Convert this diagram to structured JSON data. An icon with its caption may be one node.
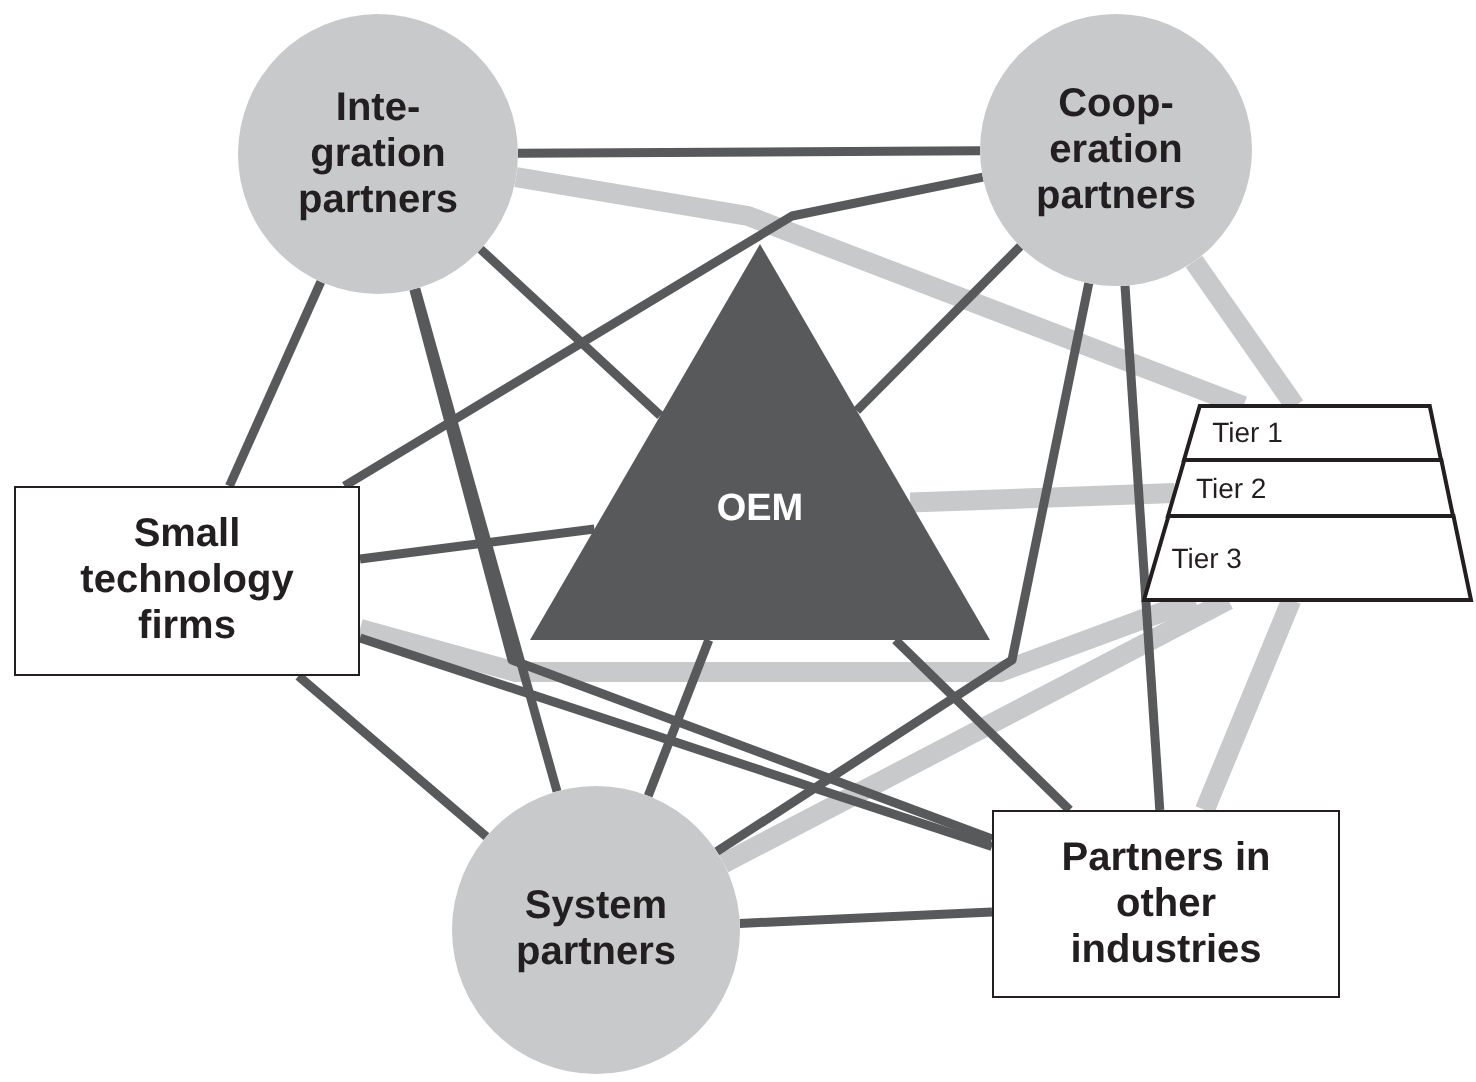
{
  "diagram": {
    "nodes": [
      {
        "text": [
          "Inte- gration partners"
        ]
      },
      {
        "text": [
          "Coop- eration partners"
        ]
      },
      {
        "text": [
          "OEM"
        ]
      },
      {
        "text": [
          "Tier 1"
        ]
      },
      {
        "text": [
          "Tier 2"
        ]
      },
      {
        "text": [
          "Tier 3"
        ]
      },
      {
        "text": [
          "Small technology firms"
        ]
      },
      {
        "text": [
          "System partners"
        ]
      },
      {
        "text": [
          "Partners in other industries"
        ]
      }
    ],
    "edges": [
      {
        "from": 0,
        "to": 1,
        "arrow": "none"
      },
      {
        "from": 0,
        "to": 3,
        "arrow": "none",
        "style": "thick",
        "color": "#c8c9cb"
      },
      {
        "from": 0,
        "to": 6,
        "arrow": "none"
      },
      {
        "from": 0,
        "to": 7,
        "arrow": "none"
      },
      {
        "from": 0,
        "to": 2,
        "arrow": "none"
      },
      {
        "from": 0,
        "to": 8,
        "arrow": "none"
      },
      {
        "from": 1,
        "to": 6,
        "arrow": "none"
      },
      {
        "from": 1,
        "to": 2,
        "arrow": "none"
      },
      {
        "from": 1,
        "to": 7,
        "arrow": "none"
      },
      {
        "from": 1,
        "to": 3,
        "arrow": "none",
        "style": "thick",
        "color": "#c8c9cb"
      },
      {
        "from": 1,
        "to": 8,
        "arrow": "none"
      },
      {
        "from": 2,
        "to": 4,
        "arrow": "none",
        "style": "thick",
        "color": "#c8c9cb"
      },
      {
        "from": 6,
        "to": 2,
        "arrow": "none"
      },
      {
        "from": 6,
        "to": 5,
        "arrow": "none",
        "style": "thick",
        "color": "#c8c9cb"
      },
      {
        "from": 6,
        "to": 7,
        "arrow": "none"
      },
      {
        "from": 6,
        "to": 8,
        "arrow": "none"
      },
      {
        "from": 2,
        "to": 7,
        "arrow": "none"
      },
      {
        "from": 2,
        "to": 8,
        "arrow": "none"
      },
      {
        "from": 7,
        "to": 8,
        "arrow": "none"
      },
      {
        "from": 7,
        "to": 5,
        "arrow": "none",
        "style": "thick",
        "color": "#c8c9cb"
      },
      {
        "from": 8,
        "to": 5,
        "arrow": "none",
        "style": "thick",
        "color": "#c8c9cb"
      }
    ]
  }
}
